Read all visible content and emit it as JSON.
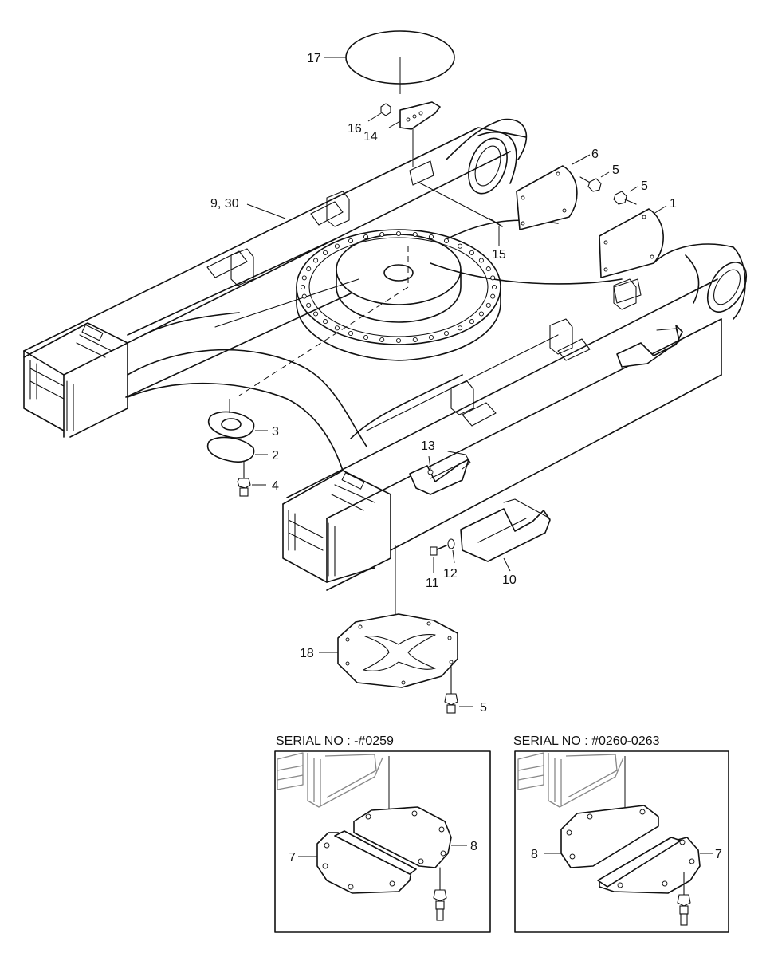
{
  "callouts": {
    "c1": "1",
    "c2": "2",
    "c3": "3",
    "c4": "4",
    "c5a": "5",
    "c5b": "5",
    "c5c": "5",
    "c6": "6",
    "c9_30": "9, 30",
    "c10": "10",
    "c11": "11",
    "c12": "12",
    "c13": "13",
    "c14": "14",
    "c15": "15",
    "c16": "16",
    "c17": "17",
    "c18": "18"
  },
  "inset_left": {
    "caption": "SERIAL NO : -#0259",
    "c7": "7",
    "c8": "8"
  },
  "inset_right": {
    "caption": "SERIAL NO : #0260-0263",
    "c8": "8",
    "c7": "7"
  }
}
